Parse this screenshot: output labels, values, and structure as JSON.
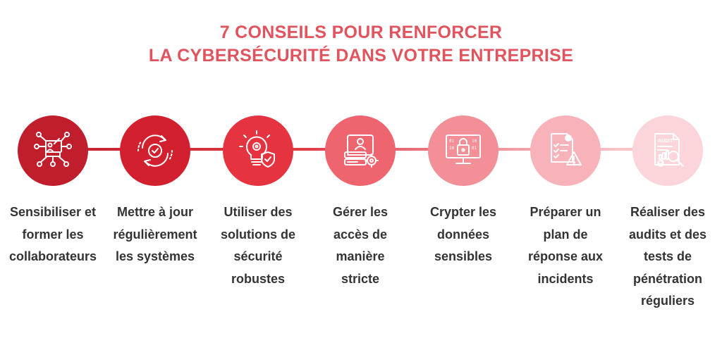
{
  "title": {
    "line1": "7 CONSEILS POUR RENFORCER",
    "line2": "LA CYBERSÉCURITÉ DANS VOTRE ENTREPRISE"
  },
  "steps": [
    {
      "icon": "training-network-icon",
      "color": "#c01e2c",
      "lines": [
        "Sensibiliser et",
        "former les",
        "collaborateurs"
      ]
    },
    {
      "icon": "update-cycle-icon",
      "color": "#d3202f",
      "lines": [
        "Mettre à jour",
        "régulièrement",
        "les systèmes"
      ]
    },
    {
      "icon": "lightbulb-shield-icon",
      "color": "#e63340",
      "lines": [
        "Utiliser des",
        "solutions de",
        "sécurité",
        "robustes"
      ]
    },
    {
      "icon": "access-profile-icon",
      "color": "#ee6570",
      "lines": [
        "Gérer les",
        "accès de",
        "manière",
        "stricte"
      ]
    },
    {
      "icon": "encrypted-lock-icon",
      "color": "#f38f97",
      "lines": [
        "Crypter les",
        "données",
        "sensibles"
      ]
    },
    {
      "icon": "incident-checklist-icon",
      "color": "#f7b3b9",
      "lines": [
        "Préparer un",
        "plan de",
        "réponse aux",
        "incidents"
      ]
    },
    {
      "icon": "audit-document-icon",
      "color": "#fbd5d9",
      "lines": [
        "Réaliser des",
        "audits et des",
        "tests de",
        "pénétration",
        "réguliers"
      ]
    }
  ]
}
